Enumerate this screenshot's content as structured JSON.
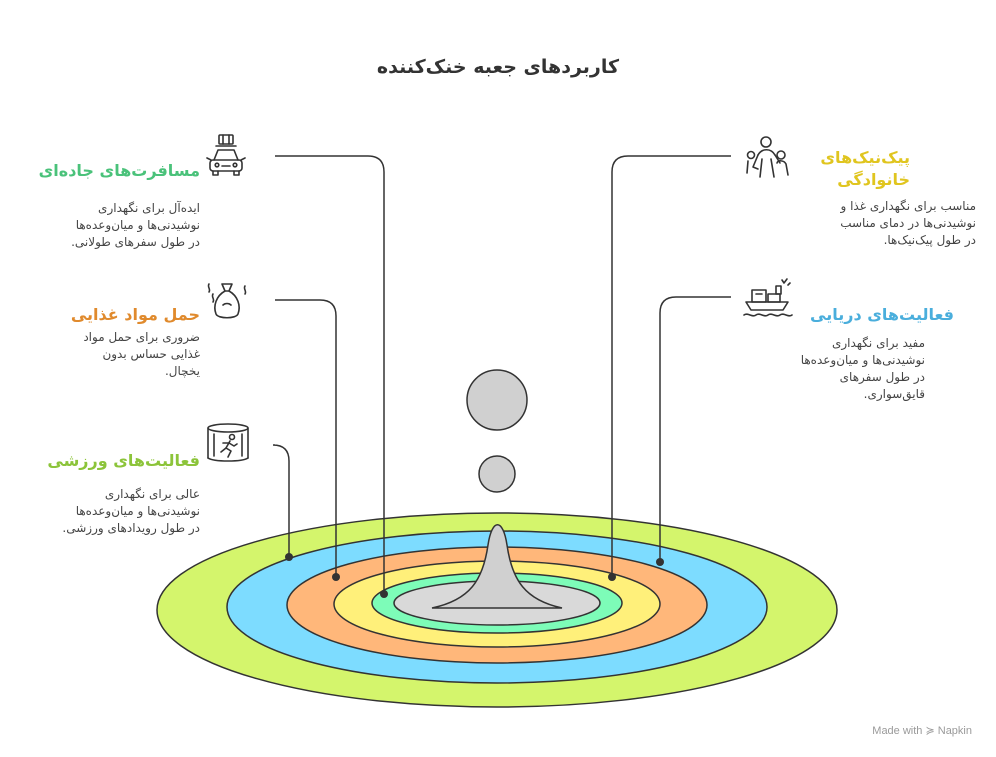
{
  "title": "کاربردهای جعبه خنک‌کننده",
  "colors": {
    "green": "#4ac27a",
    "orange": "#e08a2d",
    "lime": "#8cc43a",
    "yellow": "#e0c51f",
    "blue": "#4aaedc",
    "ring_lime": "#d4f56c",
    "ring_blue": "#7ddcff",
    "ring_orange": "#ffb77a",
    "ring_yellow": "#fff07a",
    "ring_mint": "#7dfcb8",
    "ring_center": "#d9d9d9",
    "line": "#333333"
  },
  "items": [
    {
      "heading": "مسافرت‌های جاده‌ای",
      "desc": "ایده‌آل برای نگهداری\nنوشیدنی‌ها و میان‌وعده‌ها\nدر طول سفرهای طولانی.",
      "icon": "car-with-luggage-icon"
    },
    {
      "heading": "حمل مواد غذایی",
      "desc": "ضروری برای حمل مواد\nغذایی حساس بدون\nیخچال.",
      "icon": "food-bag-icon"
    },
    {
      "heading": "فعالیت‌های ورزشی",
      "desc": "عالی برای نگهداری\nنوشیدنی‌ها و میان‌وعده‌ها\nدر طول رویدادهای ورزشی.",
      "icon": "sports-runner-icon"
    },
    {
      "heading": "پیک‌نیک‌های\nخانوادگی",
      "desc": "مناسب برای نگهداری غذا و\nنوشیدنی‌ها در دمای مناسب\nدر طول پیک‌نیک‌ها.",
      "icon": "family-picnic-icon"
    },
    {
      "heading": "فعالیت‌های دریایی",
      "desc": "مفید برای نگهداری\nنوشیدنی‌ها و میان‌وعده‌ها\nدر طول سفرهای\nقایق‌سواری.",
      "icon": "boat-icon"
    }
  ],
  "footer": "Made with ≽ Napkin"
}
